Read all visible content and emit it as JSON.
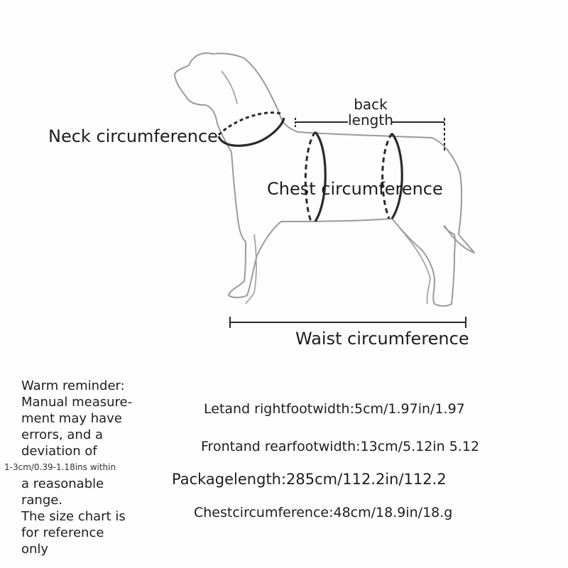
{
  "labels": {
    "neck": "Neck circumference",
    "back_line1": "back",
    "back_line2": "length",
    "chest": "Chest circumference",
    "waist": "Waist circumference"
  },
  "reminder": {
    "lines": [
      "Warm reminder:",
      "Manual measure-",
      "ment may have",
      "errors, and a",
      "deviation of",
      "1-3cm/0.39-1.18ins within",
      "a reasonable",
      "range.",
      "The size chart is",
      "for reference",
      "only"
    ]
  },
  "specs": [
    "Letand rightfootwidth:5cm/1.97in/1.97",
    "Frontand rearfootwidth:13cm/5.12in 5.12",
    "Packagelength:285cm/112.2in/112.2",
    "Chestcircumference:48cm/18.9in/18.g"
  ],
  "colors": {
    "outline": "#9a9a9a",
    "measure": "#2a2a2a",
    "text": "#1e1e1e"
  }
}
